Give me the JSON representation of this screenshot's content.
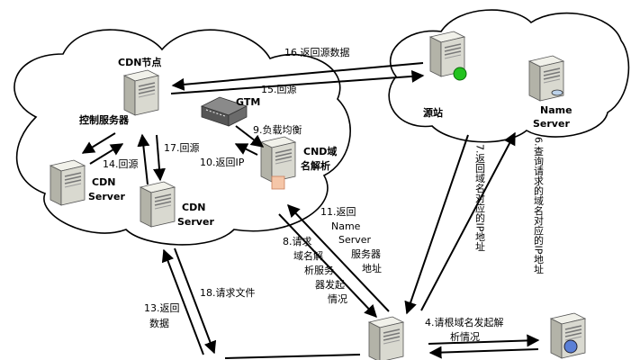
{
  "nodes": {
    "cdn_node": "CDN节点",
    "control_server": "控制服务器",
    "gtm": "GTM",
    "cnd_resolve_1": "CND域",
    "cnd_resolve_2": "名解析",
    "cdn_server_left_1": "CDN",
    "cdn_server_left_2": "Server",
    "cdn_server_mid_1": "CDN",
    "cdn_server_mid_2": "Server",
    "origin": "源站",
    "name_server_1": "Name",
    "name_server_2": "Server"
  },
  "steps": {
    "s16": "16.返回源数据",
    "s15": "15.回源",
    "s9": "9.负载均衡",
    "s10": "10.返回IP",
    "s17": "17.回源",
    "s14": "14.回源",
    "s18": "18.请求文件",
    "s13a": "13.返回",
    "s13b": "数据",
    "s11": [
      "11.返回",
      "Name",
      "Server",
      "服务器",
      "地址"
    ],
    "s8": [
      "8.请求",
      "域名解",
      "析服务",
      "器发起",
      "情况"
    ],
    "s7": "7.返回域名对应的IP地址",
    "s6": "6.查询请求的域名对应的IP地址",
    "s4a": "4.请根域名发起解",
    "s4b": "析情况"
  },
  "colors": {
    "line": "#000000",
    "status_green": "#22c21e",
    "server_body": "#d9d9d0",
    "server_side": "#b3b3a8",
    "server_top": "#f1f1ea"
  }
}
